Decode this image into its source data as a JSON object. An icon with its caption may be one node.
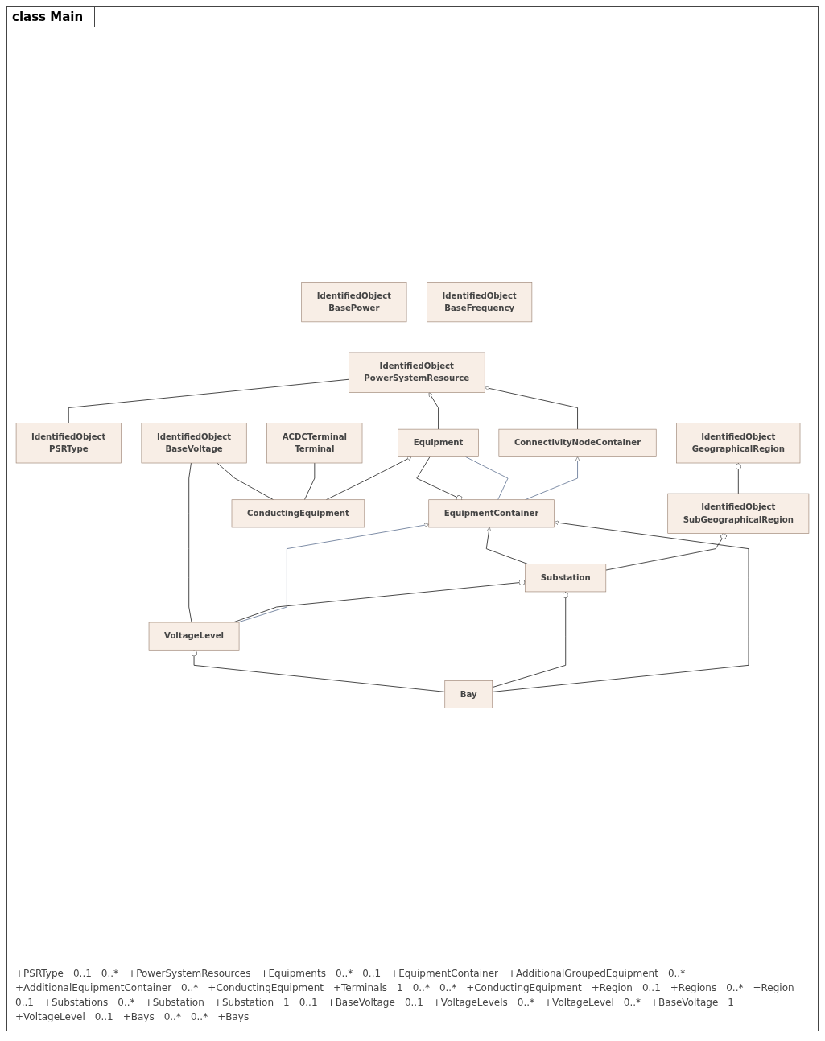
{
  "diagram": {
    "title": "class Main",
    "nodes": [
      {
        "text": [
          "IdentifiedObject",
          "PSRType"
        ]
      },
      {
        "text": [
          "ConnectivityNodeContainer"
        ]
      },
      {
        "text": [
          "IdentifiedObject",
          "PowerSystemResource"
        ]
      },
      {
        "text": [
          "IdentifiedObject",
          "BaseFrequency"
        ]
      },
      {
        "text": [
          "EquipmentContainer"
        ]
      },
      {
        "text": [
          "Equipment"
        ]
      },
      {
        "text": [
          "IdentifiedObject",
          "BasePower"
        ]
      },
      {
        "text": [
          "ConductingEquipment"
        ]
      },
      {
        "text": [
          "ACDCTerminal",
          "Terminal"
        ]
      },
      {
        "text": [
          "IdentifiedObject",
          "GeographicalRegion"
        ]
      },
      {
        "text": [
          "IdentifiedObject",
          "SubGeographicalRegion"
        ]
      },
      {
        "text": [
          "Substation"
        ]
      },
      {
        "text": [
          "VoltageLevel"
        ]
      },
      {
        "text": [
          "IdentifiedObject",
          "BaseVoltage"
        ]
      },
      {
        "text": [
          "Bay"
        ]
      }
    ],
    "edges": [
      {
        "from": 0,
        "to": 2,
        "arrow": "none"
      },
      {
        "from": 1,
        "to": 2,
        "arrow": "to"
      },
      {
        "from": 4,
        "to": 1,
        "arrow": "to",
        "color": "#6f7f9c"
      },
      {
        "from": 5,
        "to": 2,
        "arrow": "to"
      },
      {
        "from": 5,
        "to": 4,
        "arrow": "other"
      },
      {
        "from": 4,
        "to": 5,
        "arrow": "none",
        "color": "#6f7f9c"
      },
      {
        "from": 7,
        "to": 5,
        "arrow": "to"
      },
      {
        "from": 7,
        "to": 8,
        "arrow": "none"
      },
      {
        "from": 7,
        "to": 13,
        "arrow": "none"
      },
      {
        "from": 10,
        "to": 9,
        "arrow": "other"
      },
      {
        "from": 11,
        "to": 10,
        "arrow": "other"
      },
      {
        "from": 11,
        "to": 4,
        "arrow": "to"
      },
      {
        "from": 12,
        "to": 4,
        "arrow": "to",
        "color": "#6f7f9c"
      },
      {
        "from": 14,
        "to": 4,
        "arrow": "to"
      },
      {
        "from": 12,
        "to": 11,
        "arrow": "other"
      },
      {
        "from": 14,
        "to": 11,
        "arrow": "other"
      },
      {
        "from": 12,
        "to": 13,
        "arrow": "none"
      },
      {
        "from": 14,
        "to": 12,
        "arrow": "other"
      }
    ],
    "labels": [
      "+PSRType",
      "0..1",
      "0..*",
      "+PowerSystemResources",
      "+Equipments",
      "0..*",
      "0..1",
      "+EquipmentContainer",
      "+AdditionalGroupedEquipment",
      "0..*",
      "+AdditionalEquipmentContainer",
      "0..*",
      "+ConductingEquipment",
      "+Terminals",
      "1",
      "0..*",
      "0..*",
      "+ConductingEquipment",
      "+Region",
      "0..1",
      "+Regions",
      "0..*",
      "+Region",
      "0..1",
      "+Substations",
      "0..*",
      "+Substation",
      "+Substation",
      "1",
      "0..1",
      "+BaseVoltage",
      "0..1",
      "+VoltageLevels",
      "0..*",
      "+VoltageLevel",
      "0..*",
      "+BaseVoltage",
      "1",
      "+VoltageLevel",
      "0..1",
      "+Bays",
      "0..*",
      "0..*",
      "+Bays"
    ]
  }
}
